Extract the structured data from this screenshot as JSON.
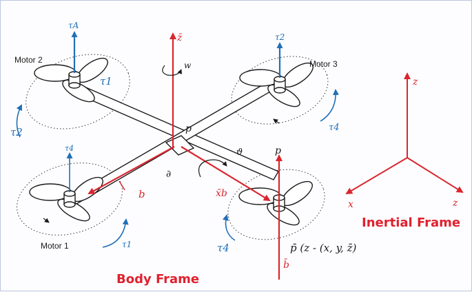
{
  "colors": {
    "frame_red": "#d9262e",
    "torque_blue": "#1f6fb8",
    "ink": "#1a1a1a",
    "caption_red": "#e0202e"
  },
  "motors": {
    "motor1": "Motor 1",
    "motor2": "Motor 2",
    "motor3": "Motor 3"
  },
  "torques": {
    "tau_a": "τA",
    "tau_1_motor2": "τ1",
    "tau_2_side": "τ2",
    "tau_2_motor3": "τ2",
    "tau_4_motor3": "τ4",
    "tau_4_motor1_top": "τ4",
    "tau_1_motor1": "τ1",
    "tau_4_motor4": "τ4"
  },
  "body_frame": {
    "z_label": "z̄",
    "w_label": "w",
    "p_label": "p",
    "theta_label": "ϑ",
    "delta_label": "∂",
    "b_left": "b",
    "xb_label": "x̄b",
    "p_right": "p",
    "b_bottom": "b̄",
    "p_eq": "p̄ (z - (x, y, z̄)",
    "caption": "Body Frame"
  },
  "inertial_frame": {
    "z": "z",
    "x": "x",
    "z_right": "z",
    "caption": "Inertial Frame"
  }
}
